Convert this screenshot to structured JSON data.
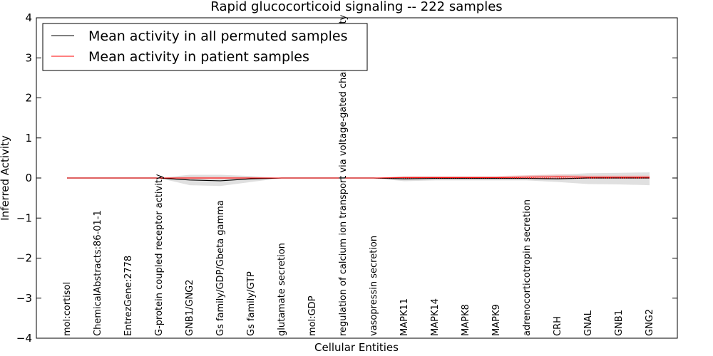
{
  "chart_data": {
    "type": "line",
    "title": "Rapid glucocorticoid signaling -- 222 samples",
    "xlabel": "Cellular Entities",
    "ylabel": "Inferred Activity",
    "ylim": [
      -4,
      4
    ],
    "yticks": [
      4,
      3,
      2,
      1,
      0,
      -1,
      -2,
      -3,
      -4
    ],
    "ytick_labels": [
      "4",
      "3",
      "2",
      "1",
      "0",
      "−1",
      "−2",
      "−3",
      "−4"
    ],
    "grid": false,
    "legend_position": "top-left",
    "categories": [
      "mol:cortisol",
      "ChemicalAbstracts:86-01-1",
      "EntrezGene:2778",
      "G-protein coupled receptor activity",
      "GNB1/GNG2",
      "Gs family/GDP/Gbeta gamma",
      "Gs family/GTP",
      "glutamate secretion",
      "mol:GDP",
      "regulation of calcium ion transport via voltage-gated channel activity",
      "vasopressin secretion",
      "MAPK11",
      "MAPK14",
      "MAPK8",
      "MAPK9",
      "adrenocorticotropin secretion",
      "CRH",
      "GNAL",
      "GNB1",
      "GNG2"
    ],
    "series": [
      {
        "name": "Mean activity in all permuted samples",
        "color": "#000000",
        "values": [
          0,
          0,
          0,
          0,
          -0.05,
          -0.07,
          -0.02,
          0,
          0,
          0,
          0,
          -0.02,
          -0.01,
          -0.01,
          -0.01,
          -0.01,
          -0.02,
          0,
          0,
          0
        ],
        "band_lower": [
          0,
          0,
          0,
          0,
          -0.18,
          -0.2,
          -0.1,
          0,
          0,
          0,
          0,
          -0.08,
          -0.06,
          -0.06,
          -0.06,
          -0.06,
          -0.1,
          -0.15,
          -0.16,
          -0.18
        ],
        "band_upper": [
          0,
          0,
          0,
          0,
          0.08,
          0.08,
          0.05,
          0,
          0,
          0,
          0,
          0.04,
          0.04,
          0.04,
          0.04,
          0.06,
          0.08,
          0.12,
          0.13,
          0.14
        ],
        "band_color": "#bbbbbb"
      },
      {
        "name": "Mean activity in patient samples",
        "color": "#ff0000",
        "values": [
          0,
          0,
          0,
          0,
          0,
          0,
          0,
          0,
          0,
          0,
          0,
          0.01,
          0.01,
          0.01,
          0.01,
          0.02,
          0.03,
          0.02,
          0.02,
          0.02
        ],
        "band_lower": [
          0,
          0,
          0,
          0,
          -0.03,
          -0.03,
          -0.02,
          0,
          0,
          0,
          0,
          -0.02,
          -0.02,
          -0.02,
          -0.02,
          -0.02,
          -0.02,
          -0.02,
          -0.02,
          -0.02
        ],
        "band_upper": [
          0,
          0,
          0,
          0,
          0.03,
          0.03,
          0.02,
          0,
          0,
          0,
          0,
          0.05,
          0.05,
          0.05,
          0.05,
          0.07,
          0.09,
          0.06,
          0.06,
          0.06
        ],
        "band_color": "#f4a0a0"
      }
    ]
  }
}
